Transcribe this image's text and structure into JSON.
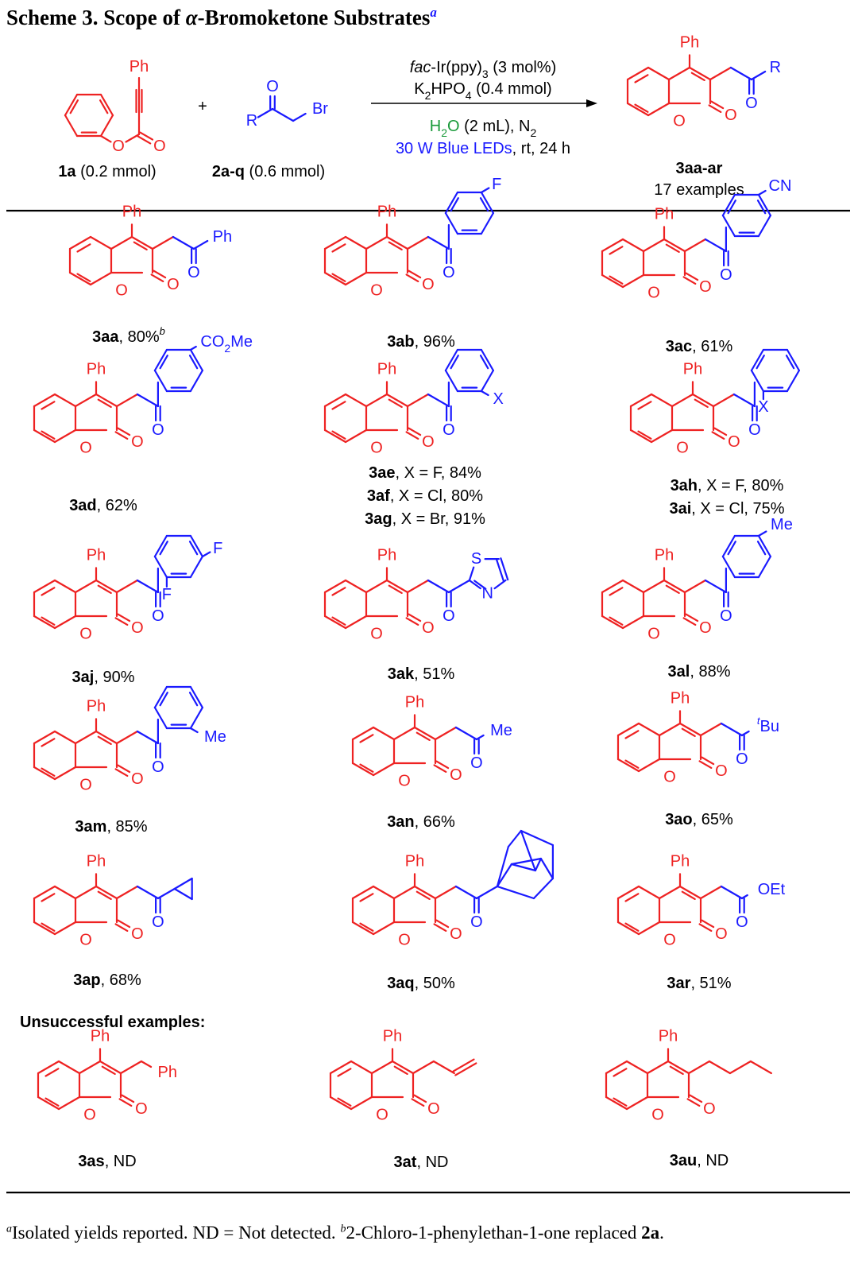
{
  "header": {
    "title_prefix": "Scheme 3. Scope of ",
    "title_alpha": "α",
    "title_suffix": "-Bromoketone Substrates",
    "title_note": "a"
  },
  "reaction": {
    "r1_name": "1a",
    "r1_amt": " (0.2 mmol)",
    "plus": "+",
    "r2_name": "2a-q",
    "r2_amt": " (0.6 mmol)",
    "cond1_italic": "fac",
    "cond1_rest": "-Ir(ppy)",
    "cond1_sub": "3",
    "cond1_tail": " (3 mol%)",
    "cond2_pre": "K",
    "cond2_s1": "2",
    "cond2_mid": "HPO",
    "cond2_s2": "4",
    "cond2_tail": " (0.4 mmol)",
    "cond3_h": "H",
    "cond3_s": "2",
    "cond3_o": "O",
    "cond3_rest": " (2 mL), N",
    "cond3_s2": "2",
    "cond4_blue": "30 W Blue LEDs",
    "cond4_rest": ", rt, 24 h",
    "product_name": "3aa-ar",
    "product_count": "17 examples"
  },
  "labels": {
    "Ph": "Ph",
    "O": "O",
    "R": "R",
    "Br": "Br",
    "F": "F",
    "X": "X",
    "CN": "CN",
    "CO2Me_a": "CO",
    "CO2Me_s": "2",
    "CO2Me_b": "Me",
    "Me": "Me",
    "S": "S",
    "N": "N",
    "tBu_t": "t",
    "tBu_b": "Bu",
    "OEt": "OEt"
  },
  "compounds": [
    {
      "id": "3aa",
      "yield": ", 80%",
      "note": "b"
    },
    {
      "id": "3ab",
      "yield": ", 96%"
    },
    {
      "id": "3ac",
      "yield": ", 61%"
    },
    {
      "id": "3ad",
      "yield": ", 62%"
    },
    {
      "id": "3ae",
      "yield": ", X = F, 84%"
    },
    {
      "id": "3af",
      "yield": ", X = Cl, 80%"
    },
    {
      "id": "3ag",
      "yield": ", X = Br, 91%"
    },
    {
      "id": "3ah",
      "yield": ", X = F, 80%"
    },
    {
      "id": "3ai",
      "yield": ", X = Cl, 75%"
    },
    {
      "id": "3aj",
      "yield": ", 90%"
    },
    {
      "id": "3ak",
      "yield": ", 51%"
    },
    {
      "id": "3al",
      "yield": ", 88%"
    },
    {
      "id": "3am",
      "yield": ", 85%"
    },
    {
      "id": "3an",
      "yield": ", 66%"
    },
    {
      "id": "3ao",
      "yield": ", 65%"
    },
    {
      "id": "3ap",
      "yield": ", 68%"
    },
    {
      "id": "3aq",
      "yield": ", 50%"
    },
    {
      "id": "3ar",
      "yield": ", 51%"
    },
    {
      "id": "3as",
      "yield": ", ND"
    },
    {
      "id": "3at",
      "yield": ", ND"
    },
    {
      "id": "3au",
      "yield": ", ND"
    }
  ],
  "unsuccessful_heading": "Unsuccessful examples:",
  "footnote": {
    "a_mark": "a",
    "a_text": "Isolated yields reported. ND = Not detected. ",
    "b_mark": "b",
    "b_text": "2-Chloro-1-phenylethan-1-one replaced ",
    "b_bold": "2a",
    "b_end": "."
  },
  "colors": {
    "red": "#ee2222",
    "blue": "#1a1aff",
    "green": "#1a9a3a"
  }
}
